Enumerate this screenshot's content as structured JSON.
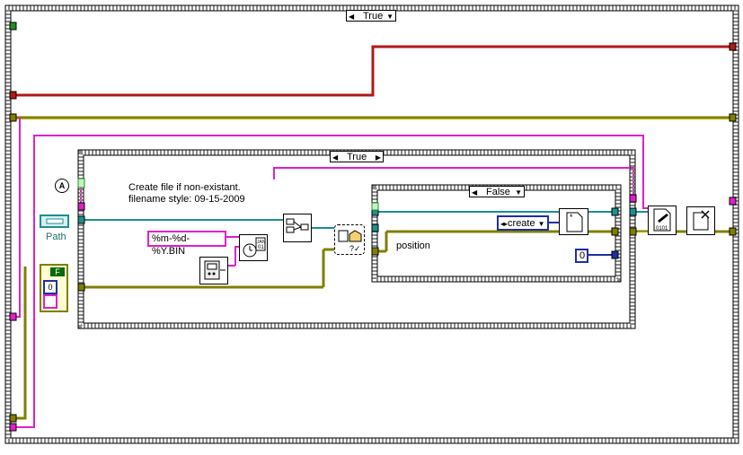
{
  "outer_case": {
    "selector_value": "True"
  },
  "inner_case": {
    "selector_value": "True"
  },
  "nested_case": {
    "selector_value": "False"
  },
  "comment": {
    "line1": "Create file if non-existant.",
    "line2": "filename style: 09-15-2009"
  },
  "path_control": {
    "label": "Path"
  },
  "format_string": {
    "value": "%m-%d-%Y.BIN"
  },
  "open_mode_enum": {
    "value": "create"
  },
  "position_label": "position",
  "numeric_constant": {
    "value": "0"
  },
  "bool_indicator": {
    "value": "F"
  },
  "cluster_numeric": {
    "value": "0"
  },
  "colors": {
    "pink_wire": "#e020c8",
    "teal_wire": "#1f8f8f",
    "olive_wire": "#7f7f00",
    "red_wire": "#b01818",
    "blue_wire": "#1f2fa0",
    "frame": "#8c8c8c"
  },
  "icons": [
    "error-icon",
    "path-constant-icon",
    "build-path-icon",
    "format-date-time-icon",
    "get-date-time-icon",
    "file-open-icon",
    "file-create-icon",
    "write-binary-icon",
    "close-file-icon",
    "unbundle-cluster-icon"
  ]
}
